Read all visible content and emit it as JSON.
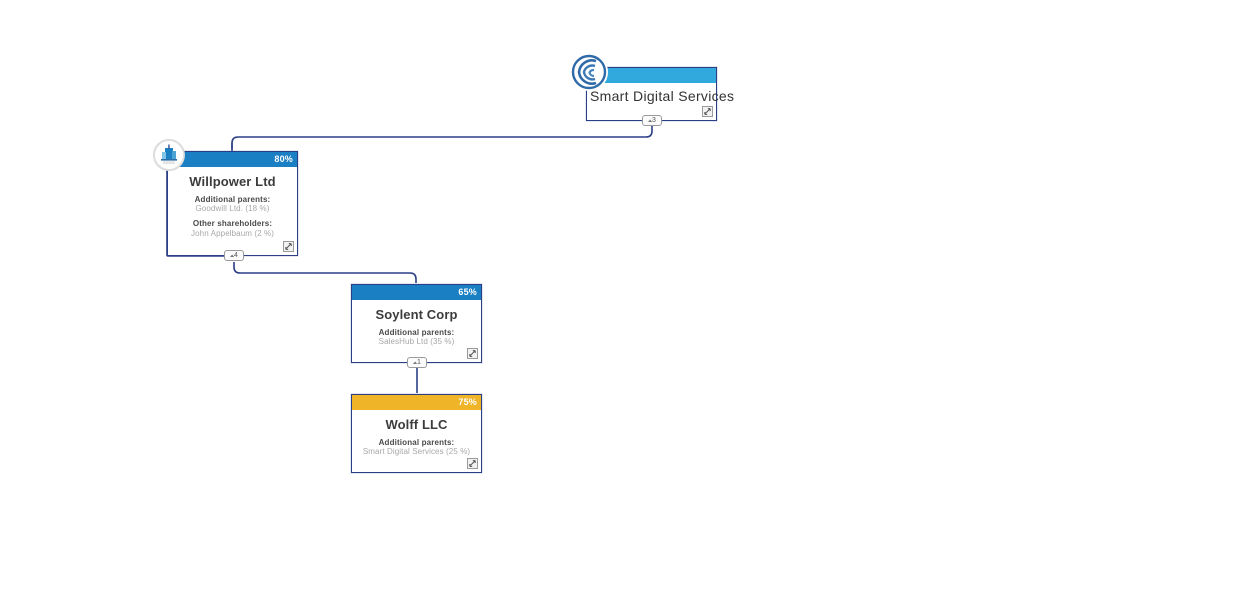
{
  "diagram": {
    "type": "ownership-structure",
    "background_color": "#ffffff",
    "edge_color": "#2b3f87",
    "colors": {
      "header_blue": "#1b7fc4",
      "header_light_blue": "#31a9dd",
      "header_amber": "#f0b429",
      "border": "#2b3f87",
      "title_text": "#3c3c3c",
      "label_text": "#4a4a4a",
      "value_text": "#a8a8a8",
      "pct_text": "#ffffff"
    }
  },
  "nodes": [
    {
      "id": "smart-digital-services",
      "title": "Smart Digital Services",
      "percent": "",
      "header_style": "light",
      "title_style": "plain",
      "sections": [],
      "has_avatar": true,
      "avatar_icon": "company-logo-swirl-icon",
      "expand_icon": "expand-icon"
    },
    {
      "id": "willpower-ltd",
      "title": "Willpower Ltd",
      "percent": "80%",
      "header_style": "blue",
      "title_style": "bold",
      "sections": [
        {
          "label": "Additional parents:",
          "value": "Goodwill Ltd. (18 %)"
        },
        {
          "label": "Other shareholders:",
          "value": "John Appelbaum (2 %)"
        }
      ],
      "has_avatar": true,
      "avatar_icon": "company-building-icon",
      "expand_icon": "expand-icon"
    },
    {
      "id": "soylent-corp",
      "title": "Soylent Corp",
      "percent": "65%",
      "header_style": "blue",
      "title_style": "bold",
      "sections": [
        {
          "label": "Additional parents:",
          "value": "SalesHub Ltd (35 %)"
        }
      ],
      "has_avatar": false,
      "avatar_icon": "",
      "expand_icon": "expand-icon"
    },
    {
      "id": "wolff-llc",
      "title": "Wolff LLC",
      "percent": "75%",
      "header_style": "amber",
      "title_style": "bold",
      "sections": [
        {
          "label": "Additional parents:",
          "value": "Smart Digital Services (25 %)"
        }
      ],
      "has_avatar": false,
      "avatar_icon": "",
      "expand_icon": "expand-icon"
    }
  ],
  "edge_badges": [
    {
      "id": "badge-smart-digital-services",
      "chevron": "▴",
      "count": "3"
    },
    {
      "id": "badge-willpower-ltd",
      "chevron": "▴",
      "count": "4"
    },
    {
      "id": "badge-soylent-corp",
      "chevron": "▴",
      "count": "1"
    }
  ]
}
